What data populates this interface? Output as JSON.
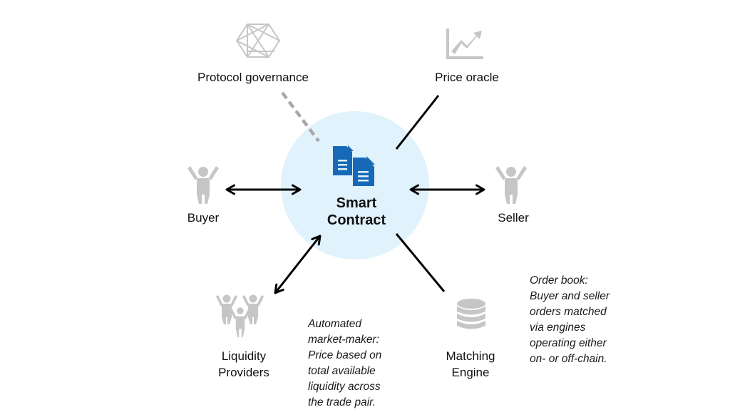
{
  "center": {
    "title_line1": "Smart",
    "title_line2": "Contract",
    "icon": "documents-icon",
    "circle_color": "#e0f2fc",
    "icon_color": "#1769b8"
  },
  "nodes": {
    "governance": {
      "label": "Protocol governance",
      "icon": "hexagon-network-icon",
      "connection": "dashed"
    },
    "oracle": {
      "label": "Price oracle",
      "icon": "trending-chart-icon",
      "connection": "line"
    },
    "buyer": {
      "label": "Buyer",
      "icon": "person-icon",
      "connection": "double-arrow"
    },
    "seller": {
      "label": "Seller",
      "icon": "person-icon",
      "connection": "double-arrow"
    },
    "liquidity": {
      "label_line1": "Liquidity",
      "label_line2": "Providers",
      "icon": "group-icon",
      "connection": "double-arrow"
    },
    "matching": {
      "label_line1": "Matching",
      "label_line2": "Engine",
      "icon": "database-icon",
      "connection": "line"
    }
  },
  "notes": {
    "amm": [
      "Automated",
      "market-maker:",
      "Price based on",
      "total available",
      "liquidity across",
      "the trade pair."
    ],
    "orderbook": [
      "Order book:",
      "Buyer and seller",
      "orders matched",
      "via engines",
      "operating either",
      "on- or off-chain."
    ]
  },
  "colors": {
    "icon_gray": "#c6c6c6",
    "line": "#000000",
    "dashed": "#a8a8a8"
  }
}
